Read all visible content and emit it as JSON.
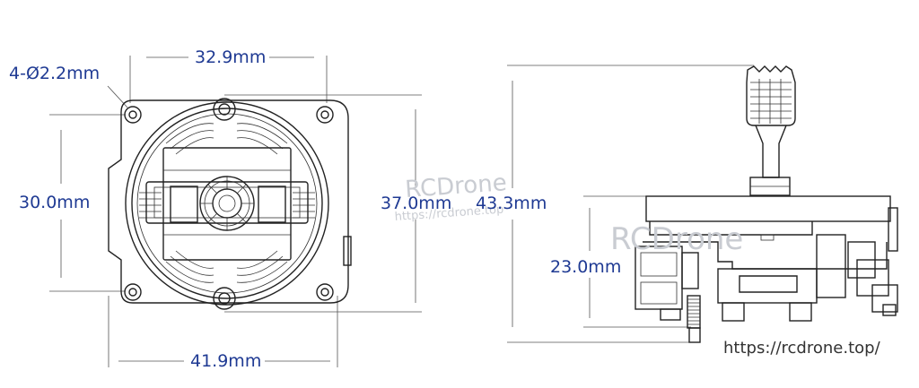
{
  "dimensions": {
    "hole": "4-Ø2.2mm",
    "top_width": "32.9mm",
    "left_height": "30.0mm",
    "inner_height": "37.0mm",
    "bottom_width": "41.9mm",
    "total_height": "43.3mm",
    "side_height": "23.0mm"
  },
  "watermarks": {
    "brand_center": "RCDrone",
    "brand_url_center": "https://rcdrone.top",
    "brand_side": "RCDrone"
  },
  "footer": {
    "url": "https://rcdrone.top/"
  }
}
